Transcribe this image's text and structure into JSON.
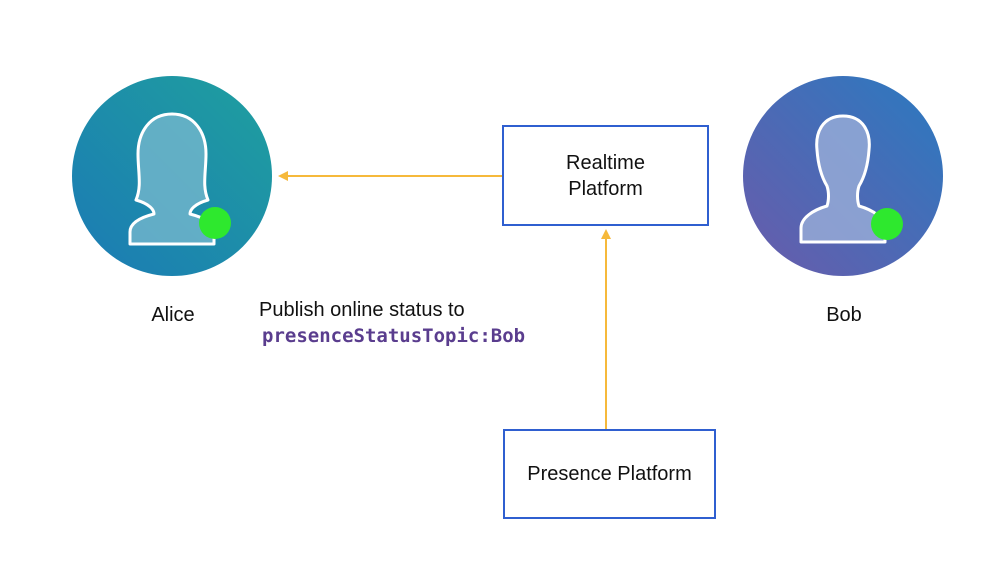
{
  "people": {
    "alice": {
      "name": "Alice",
      "status": "online",
      "avatar": "female-user-icon"
    },
    "bob": {
      "name": "Bob",
      "status": "online",
      "avatar": "male-user-icon"
    }
  },
  "boxes": {
    "realtime": "Realtime Platform",
    "presence": "Presence Platform"
  },
  "annotation": {
    "text": "Publish online status to",
    "topic": "presenceStatusTopic:Bob"
  },
  "colors": {
    "arrow": "#f6b93b",
    "box_border": "#2f5fd0",
    "status_online": "#2ee82e",
    "topic_text": "#5a3d8e",
    "alice_gradient_start": "#1fa09e",
    "alice_gradient_end": "#1b7ab5",
    "bob_gradient_start": "#2a7ac0",
    "bob_gradient_end": "#6a5bab"
  }
}
